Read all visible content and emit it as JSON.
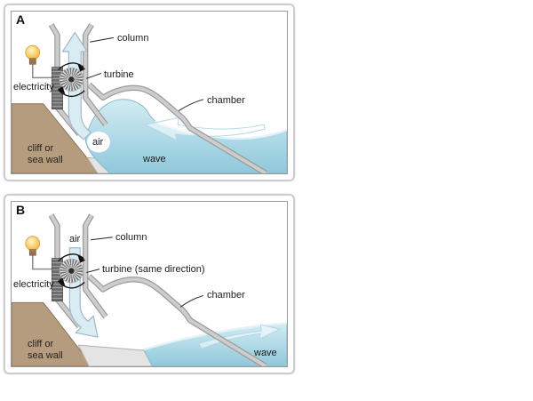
{
  "figure": "oscillating water column wave energy device",
  "colors": {
    "water": "#8fc8da",
    "water_light": "#d3ecf3",
    "structure_fill": "#cdcdcd",
    "structure_edge": "#9b9b9b",
    "cliff": "#b69c7f",
    "ramp": "#e4e4e4",
    "bulb_yellow": "#f6c158",
    "air_arrow": "#d9ebf3",
    "panel_border": "#cccccc"
  },
  "panels": [
    {
      "letter": "A",
      "labels": {
        "column": "column",
        "turbine": "turbine",
        "electricity": "electricity",
        "air": "air",
        "chamber": "chamber",
        "wave": "wave",
        "cliff1": "cliff or",
        "cliff2": "sea wall"
      }
    },
    {
      "letter": "B",
      "labels": {
        "column": "column",
        "turbine": "turbine (same direction)",
        "electricity": "electricity",
        "air": "air",
        "chamber": "chamber",
        "wave": "wave",
        "cliff1": "cliff or",
        "cliff2": "sea wall"
      }
    }
  ]
}
